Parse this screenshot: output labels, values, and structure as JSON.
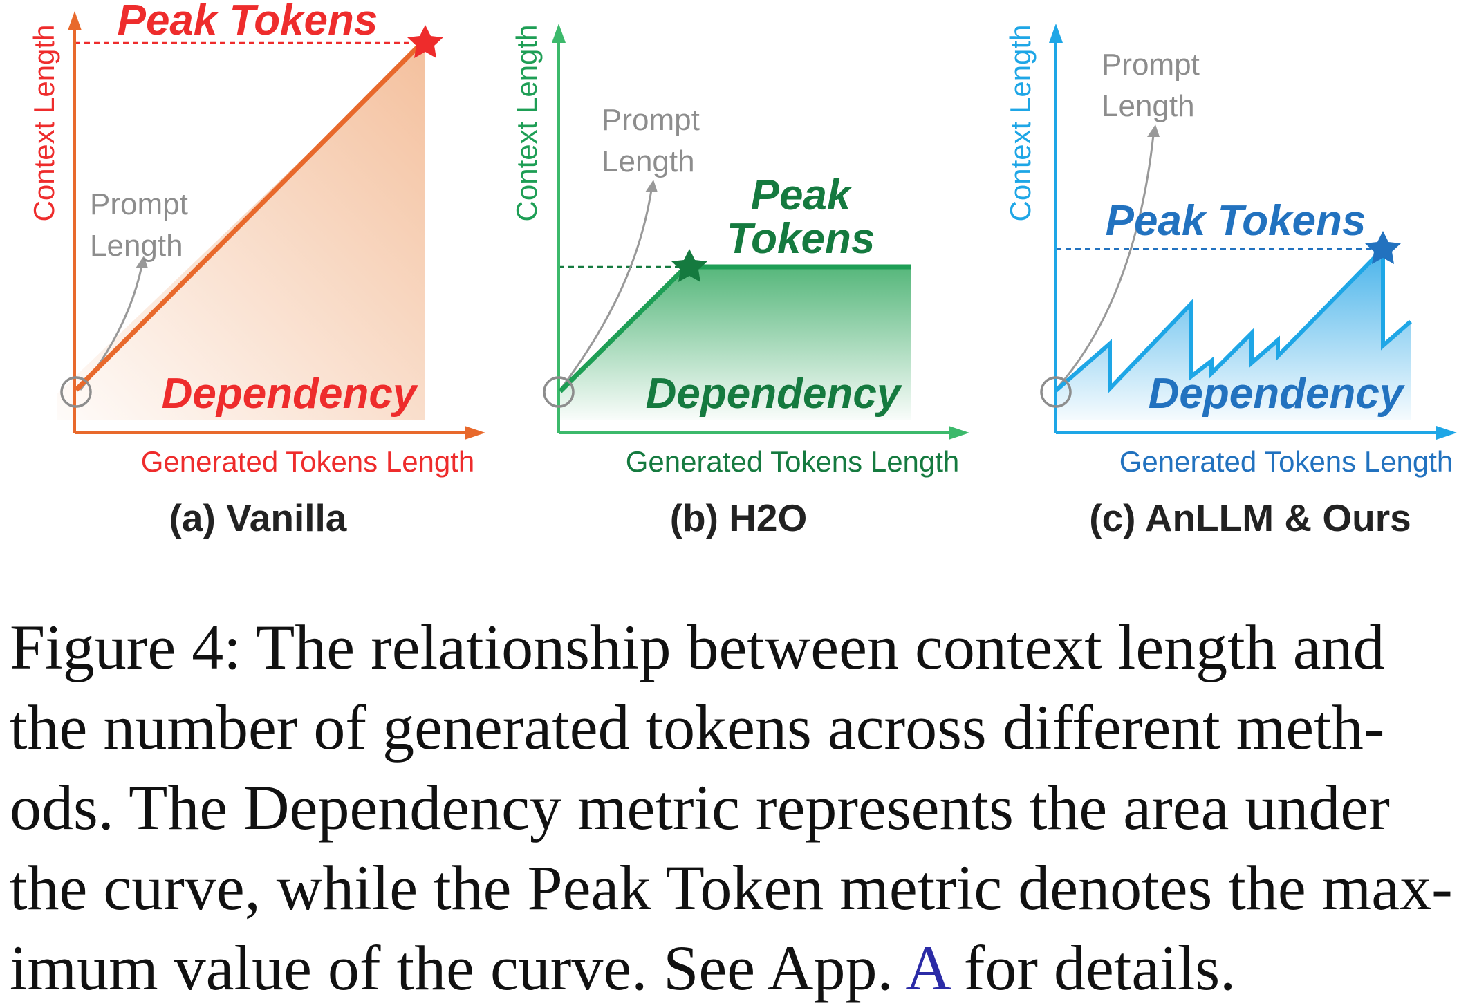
{
  "panels": [
    {
      "id": "a",
      "color": "#e8692c",
      "accent": "#ee2c2c",
      "fill_color": "#f2b58c",
      "y_axis_label": "Context Length",
      "x_axis_label": "Generated Tokens Length",
      "peak_label_lines": [
        "Peak Tokens"
      ],
      "prompt_label_lines": [
        "Prompt",
        "Length"
      ],
      "area_label": "Dependency",
      "caption": "(a) Vanilla"
    },
    {
      "id": "b",
      "color": "#1e9e55",
      "accent": "#157a3f",
      "fill_color": "#4db374",
      "y_axis_label": "Context Length",
      "x_axis_label": "Generated Tokens Length",
      "peak_label_lines": [
        "Peak",
        "Tokens"
      ],
      "prompt_label_lines": [
        "Prompt",
        "Length"
      ],
      "area_label": "Dependency",
      "caption": "(b) H2O"
    },
    {
      "id": "c",
      "color": "#1ea6e6",
      "accent": "#2272bf",
      "fill_color": "#48b3ea",
      "y_axis_label": "Context Length",
      "x_axis_label": "Generated Tokens Length",
      "peak_label_lines": [
        "Peak Tokens"
      ],
      "prompt_label_lines": [
        "Prompt",
        "Length"
      ],
      "area_label": "Dependency",
      "caption": "(c) AnLLM & Ours"
    }
  ],
  "caption": {
    "lines": [
      "Figure 4: The relationship between context length and",
      "the number of generated tokens across different meth-",
      "ods. The Dependency metric represents the area under",
      "the curve, while the Peak Token metric denotes the max-"
    ],
    "last_line_start": "imum value of the curve. See App. ",
    "ref": "A",
    "last_line_end": " for details.",
    "ref_color": "#2b2ba6"
  }
}
